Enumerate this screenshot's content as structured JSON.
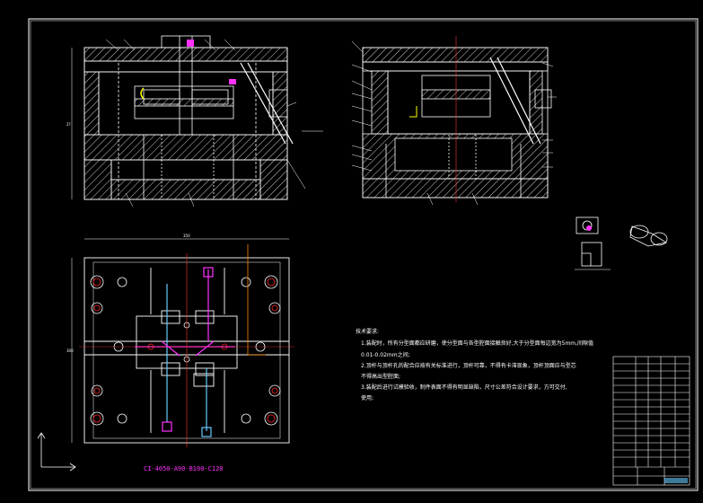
{
  "drawing": {
    "mold_code": "CI-4050-A90-B100-C120",
    "dimension_top": "350",
    "dimension_side": "300",
    "dimension_height": "2?",
    "notes": {
      "heading": "技术要求:",
      "line1": "1.装配时，所有分型面都应研磨，使分型面与各型腔面接触良好,大于分型面每边宽为5mm,间隙值",
      "line2": "0.01-0.02mm之间;",
      "line3": "2.顶杆与顶杆孔的配合应按有关标准进行，顶杆可靠，不得有卡滞现象，顶杆顶面应与型芯",
      "line4": "不得高出型腔面;",
      "line5": "3.装配后进行试模验收，制件表面不得有明显缺陷，尺寸公差符合设计要求，方可交付,",
      "line6": "使用;"
    },
    "colors": {
      "outline": "#ffffff",
      "accent": "#ff33ff",
      "center_line": "#ff3333",
      "hatch": "#ffffff",
      "dim": "#ffffff",
      "hole_ring": "#ff2222",
      "leader": "#ffffff",
      "yellow": "#ffff00",
      "orange": "#ff8800",
      "cyan": "#66ccff"
    }
  }
}
